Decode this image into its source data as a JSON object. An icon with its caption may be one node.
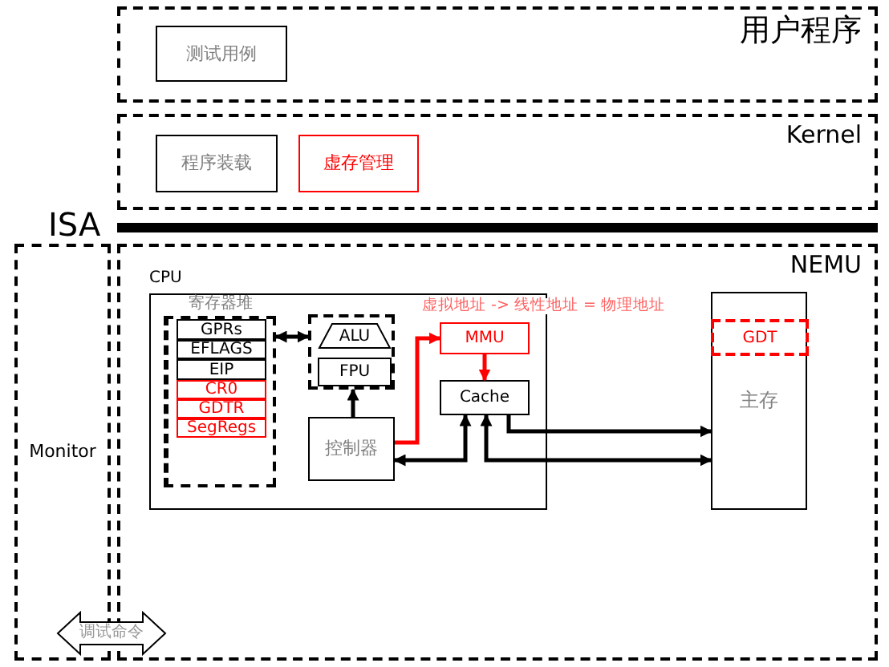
{
  "diagram": {
    "nodes": [
      {
        "text": [
          "用户程序"
        ]
      },
      {
        "text": [
          "测试用例"
        ],
        "in": 0
      },
      {
        "text": [
          "Kernel"
        ]
      },
      {
        "text": [
          "程序装载"
        ],
        "in": 2
      },
      {
        "text": [
          "虚存管理"
        ],
        "in": 2
      },
      {
        "text": [
          "Monitor"
        ]
      },
      {
        "text": [
          "NEMU"
        ]
      },
      {
        "text": [
          "CPU"
        ],
        "in": 6
      },
      {
        "text": [
          "寄存器堆"
        ],
        "in": 7
      },
      {
        "text": [
          "GPRs"
        ],
        "in": 8
      },
      {
        "text": [
          "EFLAGS"
        ],
        "in": 8
      },
      {
        "text": [
          "EIP"
        ],
        "in": 8
      },
      {
        "text": [
          "CR0"
        ],
        "in": 8
      },
      {
        "text": [
          "GDTR"
        ],
        "in": 8
      },
      {
        "text": [
          "SegRegs"
        ],
        "in": 8
      },
      {
        "text": [],
        "shape": "box",
        "in": 7
      },
      {
        "text": [
          "ALU"
        ],
        "in": 15
      },
      {
        "text": [
          "FPU"
        ],
        "in": 15
      },
      {
        "text": [
          "控制器"
        ],
        "in": 7
      },
      {
        "text": [
          "MMU"
        ],
        "in": 7
      },
      {
        "text": [
          "Cache"
        ],
        "in": 7
      },
      {
        "text": [
          "主存"
        ],
        "in": 6
      },
      {
        "text": [
          "GDT"
        ],
        "in": 21
      }
    ],
    "edges": [
      {
        "from": 8,
        "to": 15,
        "arrow": "both"
      },
      {
        "from": 18,
        "to": 15,
        "arrow": "to"
      },
      {
        "from": 18,
        "to": 19,
        "arrow": "to",
        "color": "#ff0000"
      },
      {
        "from": 19,
        "to": 20,
        "arrow": "to",
        "color": "#ff0000"
      },
      {
        "from": 20,
        "to": 18,
        "arrow": "both"
      },
      {
        "from": 20,
        "to": 21,
        "arrow": "to"
      },
      {
        "from": 20,
        "to": 21,
        "arrow": "both"
      },
      {
        "from": 5,
        "to": 6,
        "arrow": "both",
        "label": "调试命令"
      }
    ],
    "labels": [
      "ISA",
      "虚拟地址 -> 线性地址 = 物理地址"
    ]
  }
}
